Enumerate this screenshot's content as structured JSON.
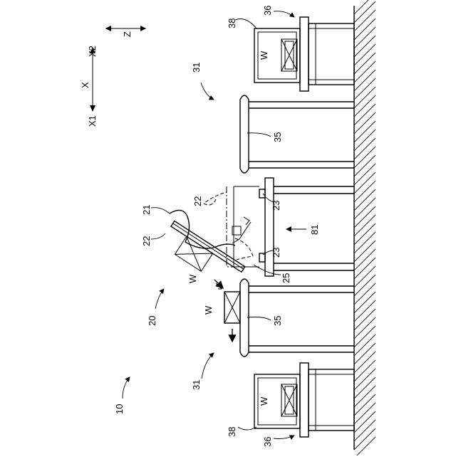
{
  "axes": {
    "z_label": "Z",
    "x_label": "X",
    "x1_label": "X1",
    "x2_label": "X2"
  },
  "refs": {
    "r10": "10",
    "r20": "20",
    "r21": "21",
    "r22a": "22",
    "r22b": "22",
    "r23a": "23",
    "r23b": "23",
    "r25": "25",
    "r31a": "31",
    "r31b": "31",
    "r35a": "35",
    "r35b": "35",
    "r36a": "36",
    "r36b": "36",
    "r38a": "38",
    "r38b": "38",
    "r81": "81"
  },
  "workpiece": {
    "label_top": "W",
    "label_robot": "W",
    "label_mid": "W",
    "label_bottom": "W"
  }
}
